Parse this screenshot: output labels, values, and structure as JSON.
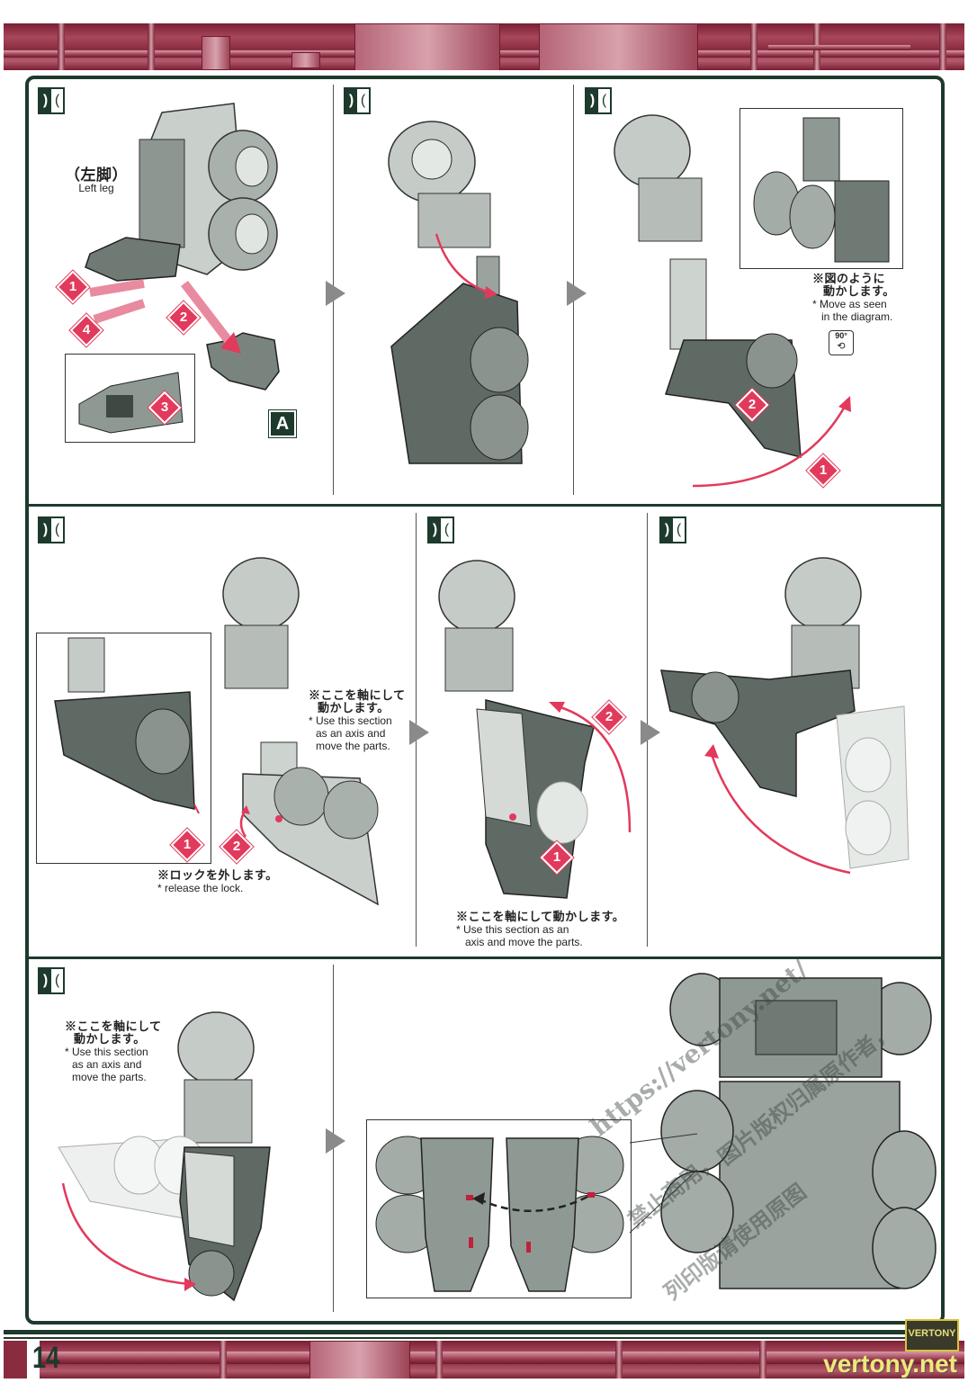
{
  "page": {
    "page_number": "14",
    "header_banner": "decorative-mechanical-banner",
    "footer_banner": "decorative-mechanical-banner"
  },
  "colors": {
    "frame": "#1d3a2c",
    "accent_red": "#e23a5c",
    "banner": "#8a2c40",
    "part_gray": "#6f7a74"
  },
  "panels": [
    {
      "id": "step-1",
      "icon": "transform-step-icon",
      "labels": {
        "jp": "（左脚）",
        "en": "Left leg"
      },
      "badges": [
        "1",
        "2",
        "4",
        "3"
      ],
      "part_label": "A"
    },
    {
      "id": "step-2",
      "icon": "transform-step-icon"
    },
    {
      "id": "step-3",
      "icon": "transform-step-icon",
      "note": {
        "jp_line1": "※図のように",
        "jp_line2": "動かします。",
        "en_line1": "* Move as seen",
        "en_line2": "in the diagram."
      },
      "rotation_label": "90°",
      "badges": [
        "2",
        "1"
      ]
    },
    {
      "id": "step-4",
      "icon": "transform-step-icon",
      "note_axis": {
        "jp_line1": "※ここを軸にして",
        "jp_line2": "動かします。",
        "en_line1": "* Use this section",
        "en_line2": "as an axis and",
        "en_line3": "move the parts."
      },
      "note_lock": {
        "jp": "※ロックを外します。",
        "en": "* release the lock."
      },
      "badges": [
        "1",
        "2"
      ]
    },
    {
      "id": "step-5",
      "icon": "transform-step-icon",
      "note": {
        "jp": "※ここを軸にして動かします。",
        "en_line1": "* Use this section as an",
        "en_line2": "axis and move the parts."
      },
      "badges": [
        "2",
        "1"
      ]
    },
    {
      "id": "step-6",
      "icon": "transform-step-icon"
    },
    {
      "id": "step-7",
      "icon": "transform-step-icon",
      "note": {
        "jp_line1": "※ここを軸にして",
        "jp_line2": "動かします。",
        "en_line1": "* Use this section",
        "en_line2": "as an axis and",
        "en_line3": "move the parts."
      }
    },
    {
      "id": "step-8",
      "description": "Join left and right legs; assembled vehicle mode"
    }
  ],
  "watermarks": {
    "url": "https://vertony.net/",
    "cn_line1": "图片版权归属原作者，",
    "cn_line2": "禁止商用，",
    "cn_line3": "列印版请使用原图",
    "badge_text": "VERTONY",
    "site": "vertony.net"
  }
}
